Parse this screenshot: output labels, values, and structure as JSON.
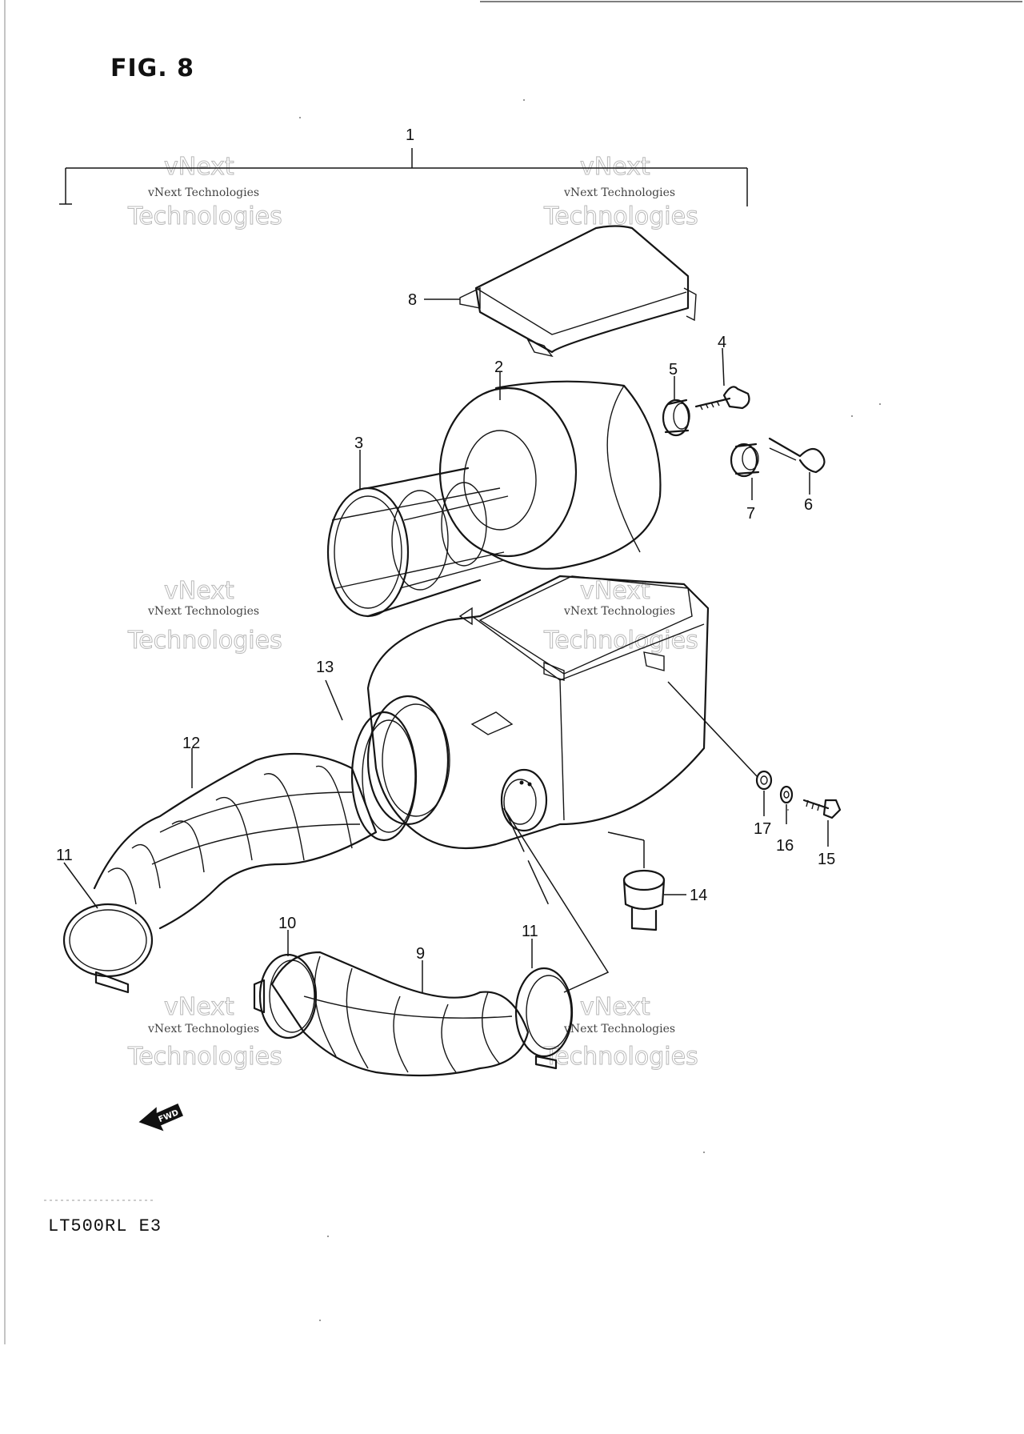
{
  "figure": {
    "title": "FIG. 8",
    "model_code": "LT500RL  E3"
  },
  "watermark": {
    "line1": "vNext Technologies",
    "line2": "Technologies",
    "line3": "vNext"
  },
  "fwd_label": "FWD",
  "callouts": {
    "c1": "1",
    "c2": "2",
    "c3": "3",
    "c4": "4",
    "c5": "5",
    "c6": "6",
    "c7": "7",
    "c8": "8",
    "c9": "9",
    "c10": "10",
    "c11a": "11",
    "c11b": "11",
    "c12": "12",
    "c13": "13",
    "c14": "14",
    "c15": "15",
    "c16": "16",
    "c17": "17"
  }
}
